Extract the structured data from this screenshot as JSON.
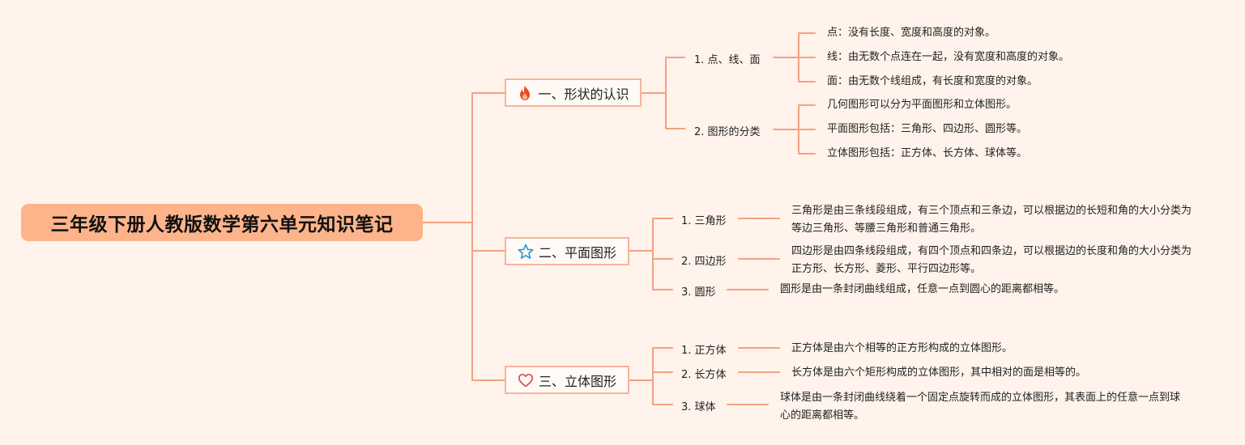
{
  "root": {
    "title": "三年级下册人教版数学第六单元知识笔记"
  },
  "branches": [
    {
      "label": "一、形状的认识",
      "icon": "fire-icon",
      "subs": [
        {
          "label": "1. 点、线、面",
          "leaves": [
            "点：没有长度、宽度和高度的对象。",
            "线：由无数个点连在一起，没有宽度和高度的对象。",
            "面：由无数个线组成，有长度和宽度的对象。"
          ]
        },
        {
          "label": "2. 图形的分类",
          "leaves": [
            "几何图形可以分为平面图形和立体图形。",
            "平面图形包括：三角形、四边形、圆形等。",
            "立体图形包括：正方体、长方体、球体等。"
          ]
        }
      ]
    },
    {
      "label": "二、平面图形",
      "icon": "star-icon",
      "subs": [
        {
          "label": "1. 三角形",
          "leaves": [
            "三角形是由三条线段组成，有三个顶点和三条边，可以根据边的长短和角的大小分类为等边三角形、等腰三角形和普通三角形。"
          ]
        },
        {
          "label": "2. 四边形",
          "leaves": [
            "四边形是由四条线段组成，有四个顶点和四条边，可以根据边的长度和角的大小分类为正方形、长方形、菱形、平行四边形等。"
          ]
        },
        {
          "label": "3. 圆形",
          "leaves": [
            "圆形是由一条封闭曲线组成，任意一点到圆心的距离都相等。"
          ]
        }
      ]
    },
    {
      "label": "三、立体图形",
      "icon": "heart-icon",
      "subs": [
        {
          "label": "1. 正方体",
          "leaves": [
            "正方体是由六个相等的正方形构成的立体图形。"
          ]
        },
        {
          "label": "2. 长方体",
          "leaves": [
            "长方体是由六个矩形构成的立体图形，其中相对的面是相等的。"
          ]
        },
        {
          "label": "3. 球体",
          "leaves": [
            "球体是由一条封闭曲线绕着一个固定点旋转而成的立体图形，其表面上的任意一点到球心的距离都相等。"
          ]
        }
      ]
    }
  ],
  "colors": {
    "background": "#fff3eb",
    "root": "#fdb48b",
    "line": "#f4a183",
    "branch_border": "#f6b59a",
    "fire": "#ee4b1f",
    "star": "#2f9bd6",
    "heart": "#e04a4a"
  }
}
